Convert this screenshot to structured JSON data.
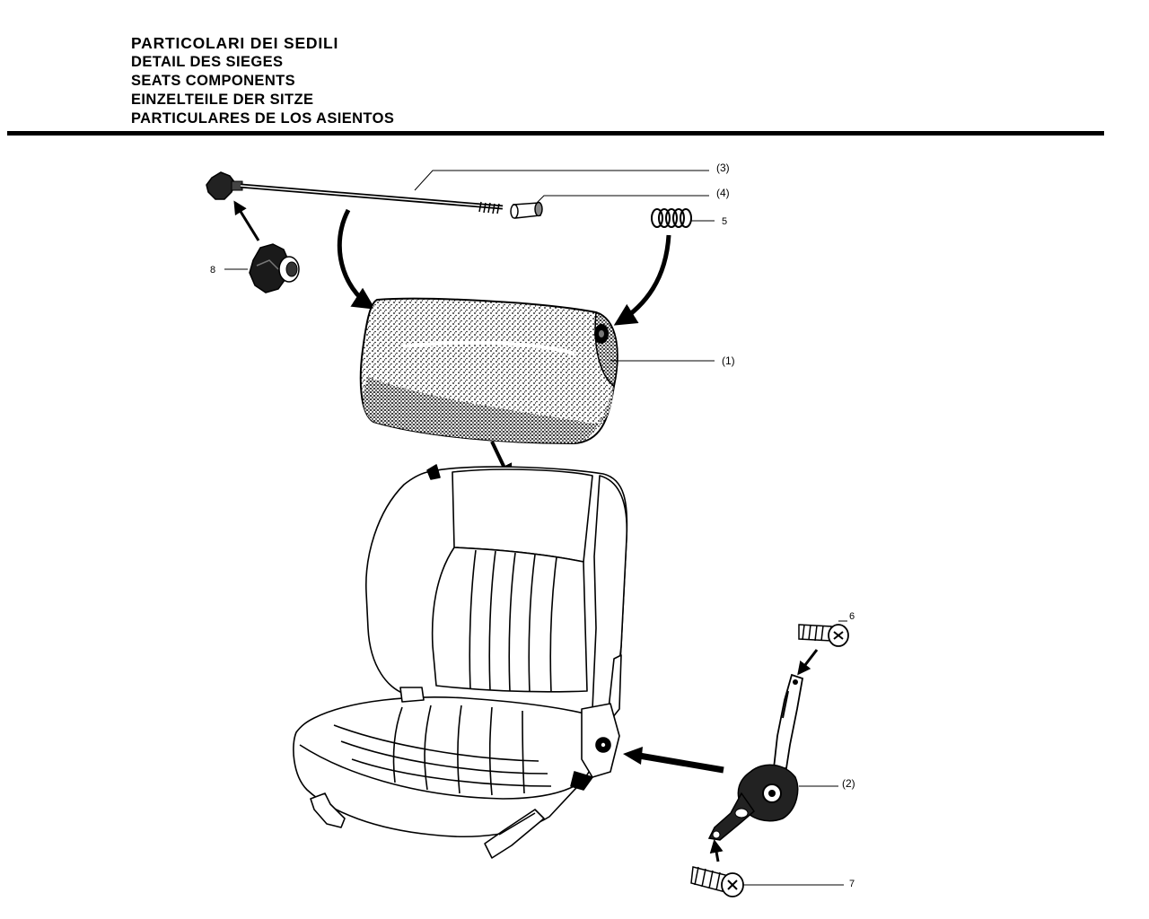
{
  "header": {
    "title_it": "PARTICOLARI DEI SEDILI",
    "title_fr": "DETAIL DES SIEGES",
    "title_en": "SEATS COMPONENTS",
    "title_de": "EINZELTEILE DER SITZE",
    "title_es": "PARTICULARES DE LOS ASIENTOS"
  },
  "callouts": {
    "c1": "(1)",
    "c2": "(2)",
    "c3": "(3)",
    "c4": "(4)",
    "c5": "5",
    "c6": "6",
    "c7": "7",
    "c8": "8"
  }
}
